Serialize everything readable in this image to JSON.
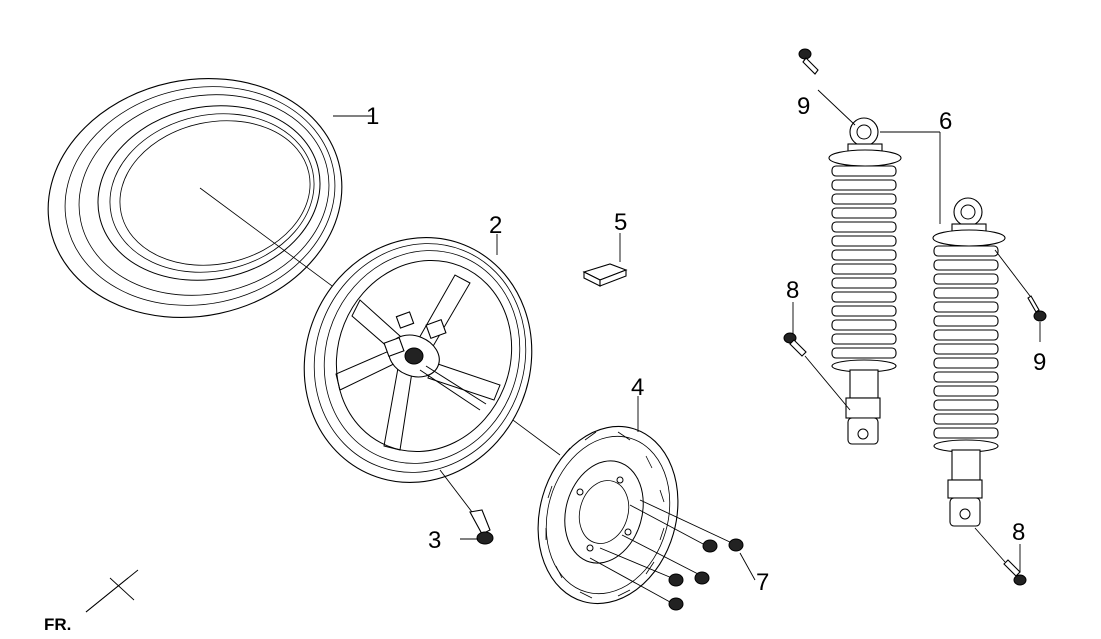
{
  "diagram": {
    "callouts": [
      {
        "id": "1",
        "label": "1"
      },
      {
        "id": "2",
        "label": "2"
      },
      {
        "id": "3",
        "label": "3"
      },
      {
        "id": "4",
        "label": "4"
      },
      {
        "id": "5",
        "label": "5"
      },
      {
        "id": "6",
        "label": "6"
      },
      {
        "id": "7",
        "label": "7"
      },
      {
        "id": "8a",
        "label": "8"
      },
      {
        "id": "8b",
        "label": "8"
      },
      {
        "id": "9a",
        "label": "9"
      },
      {
        "id": "9b",
        "label": "9"
      }
    ],
    "orientation_label": "FR."
  }
}
